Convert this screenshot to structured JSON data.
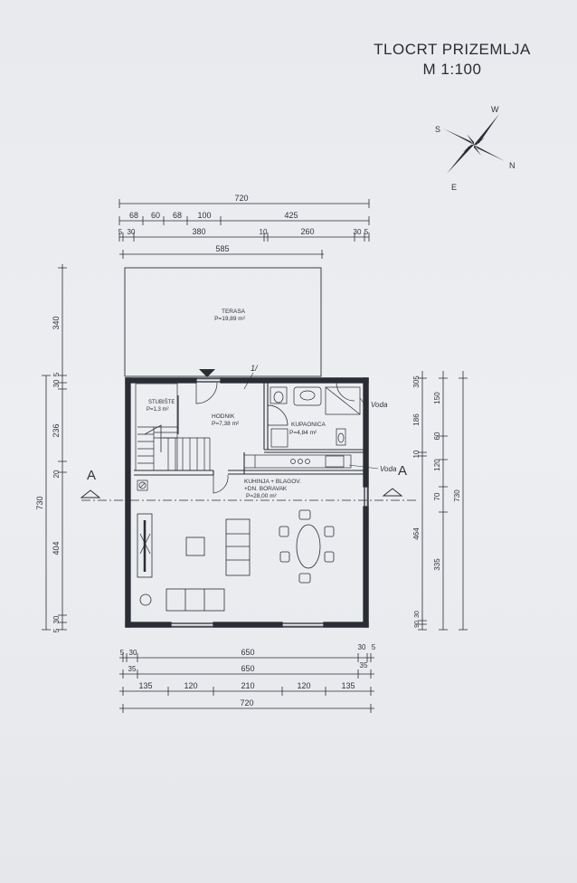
{
  "title": {
    "line1": "TLOCRT PRIZEMLJA",
    "line2": "M 1:100"
  },
  "compass": {
    "n": "N",
    "s": "S",
    "w": "W",
    "e": "E"
  },
  "dims": {
    "top_total": "720",
    "top_row1": [
      "68",
      "60",
      "68",
      "100",
      "425"
    ],
    "top_row2": [
      "5",
      "30",
      "380",
      "10",
      "260",
      "30",
      "5"
    ],
    "terrace_width": "585",
    "left": [
      "340",
      "30",
      "5",
      "236",
      "20",
      "404",
      "5",
      "30"
    ],
    "left_total": "730",
    "right_inner": [
      "305",
      "186",
      "10",
      "464",
      "30",
      "90"
    ],
    "right_mid": [
      "150",
      "60",
      "120",
      "70",
      "335"
    ],
    "right_total": "730",
    "bottom_row1": [
      "5",
      "30",
      "650",
      "30",
      "5"
    ],
    "bottom_row2": [
      "35",
      "650",
      "35"
    ],
    "bottom_row3": [
      "135",
      "120",
      "210",
      "120",
      "135"
    ],
    "bottom_total": "720"
  },
  "rooms": {
    "terrace": {
      "name": "TERASA",
      "area": "P=19,89 m²"
    },
    "stairs": {
      "name": "STUBIŠTE",
      "area": "P=1,3 m²"
    },
    "hall": {
      "name": "HODNIK",
      "area": "P=7,38 m²"
    },
    "bath": {
      "name": "KUPAONICA",
      "area": "P=4,84 m²"
    },
    "kitchen": {
      "line1": "KUHINJA + BLAGOV.",
      "line2": "+DN. BORAVAK",
      "area": "P=28,00 m²"
    }
  },
  "section_mark": "A",
  "notes": {
    "voda1": "Voda",
    "voda2": "Voda",
    "mark": "1/"
  },
  "colors": {
    "line": "#2b2d35",
    "paper": "#e9ebef"
  }
}
